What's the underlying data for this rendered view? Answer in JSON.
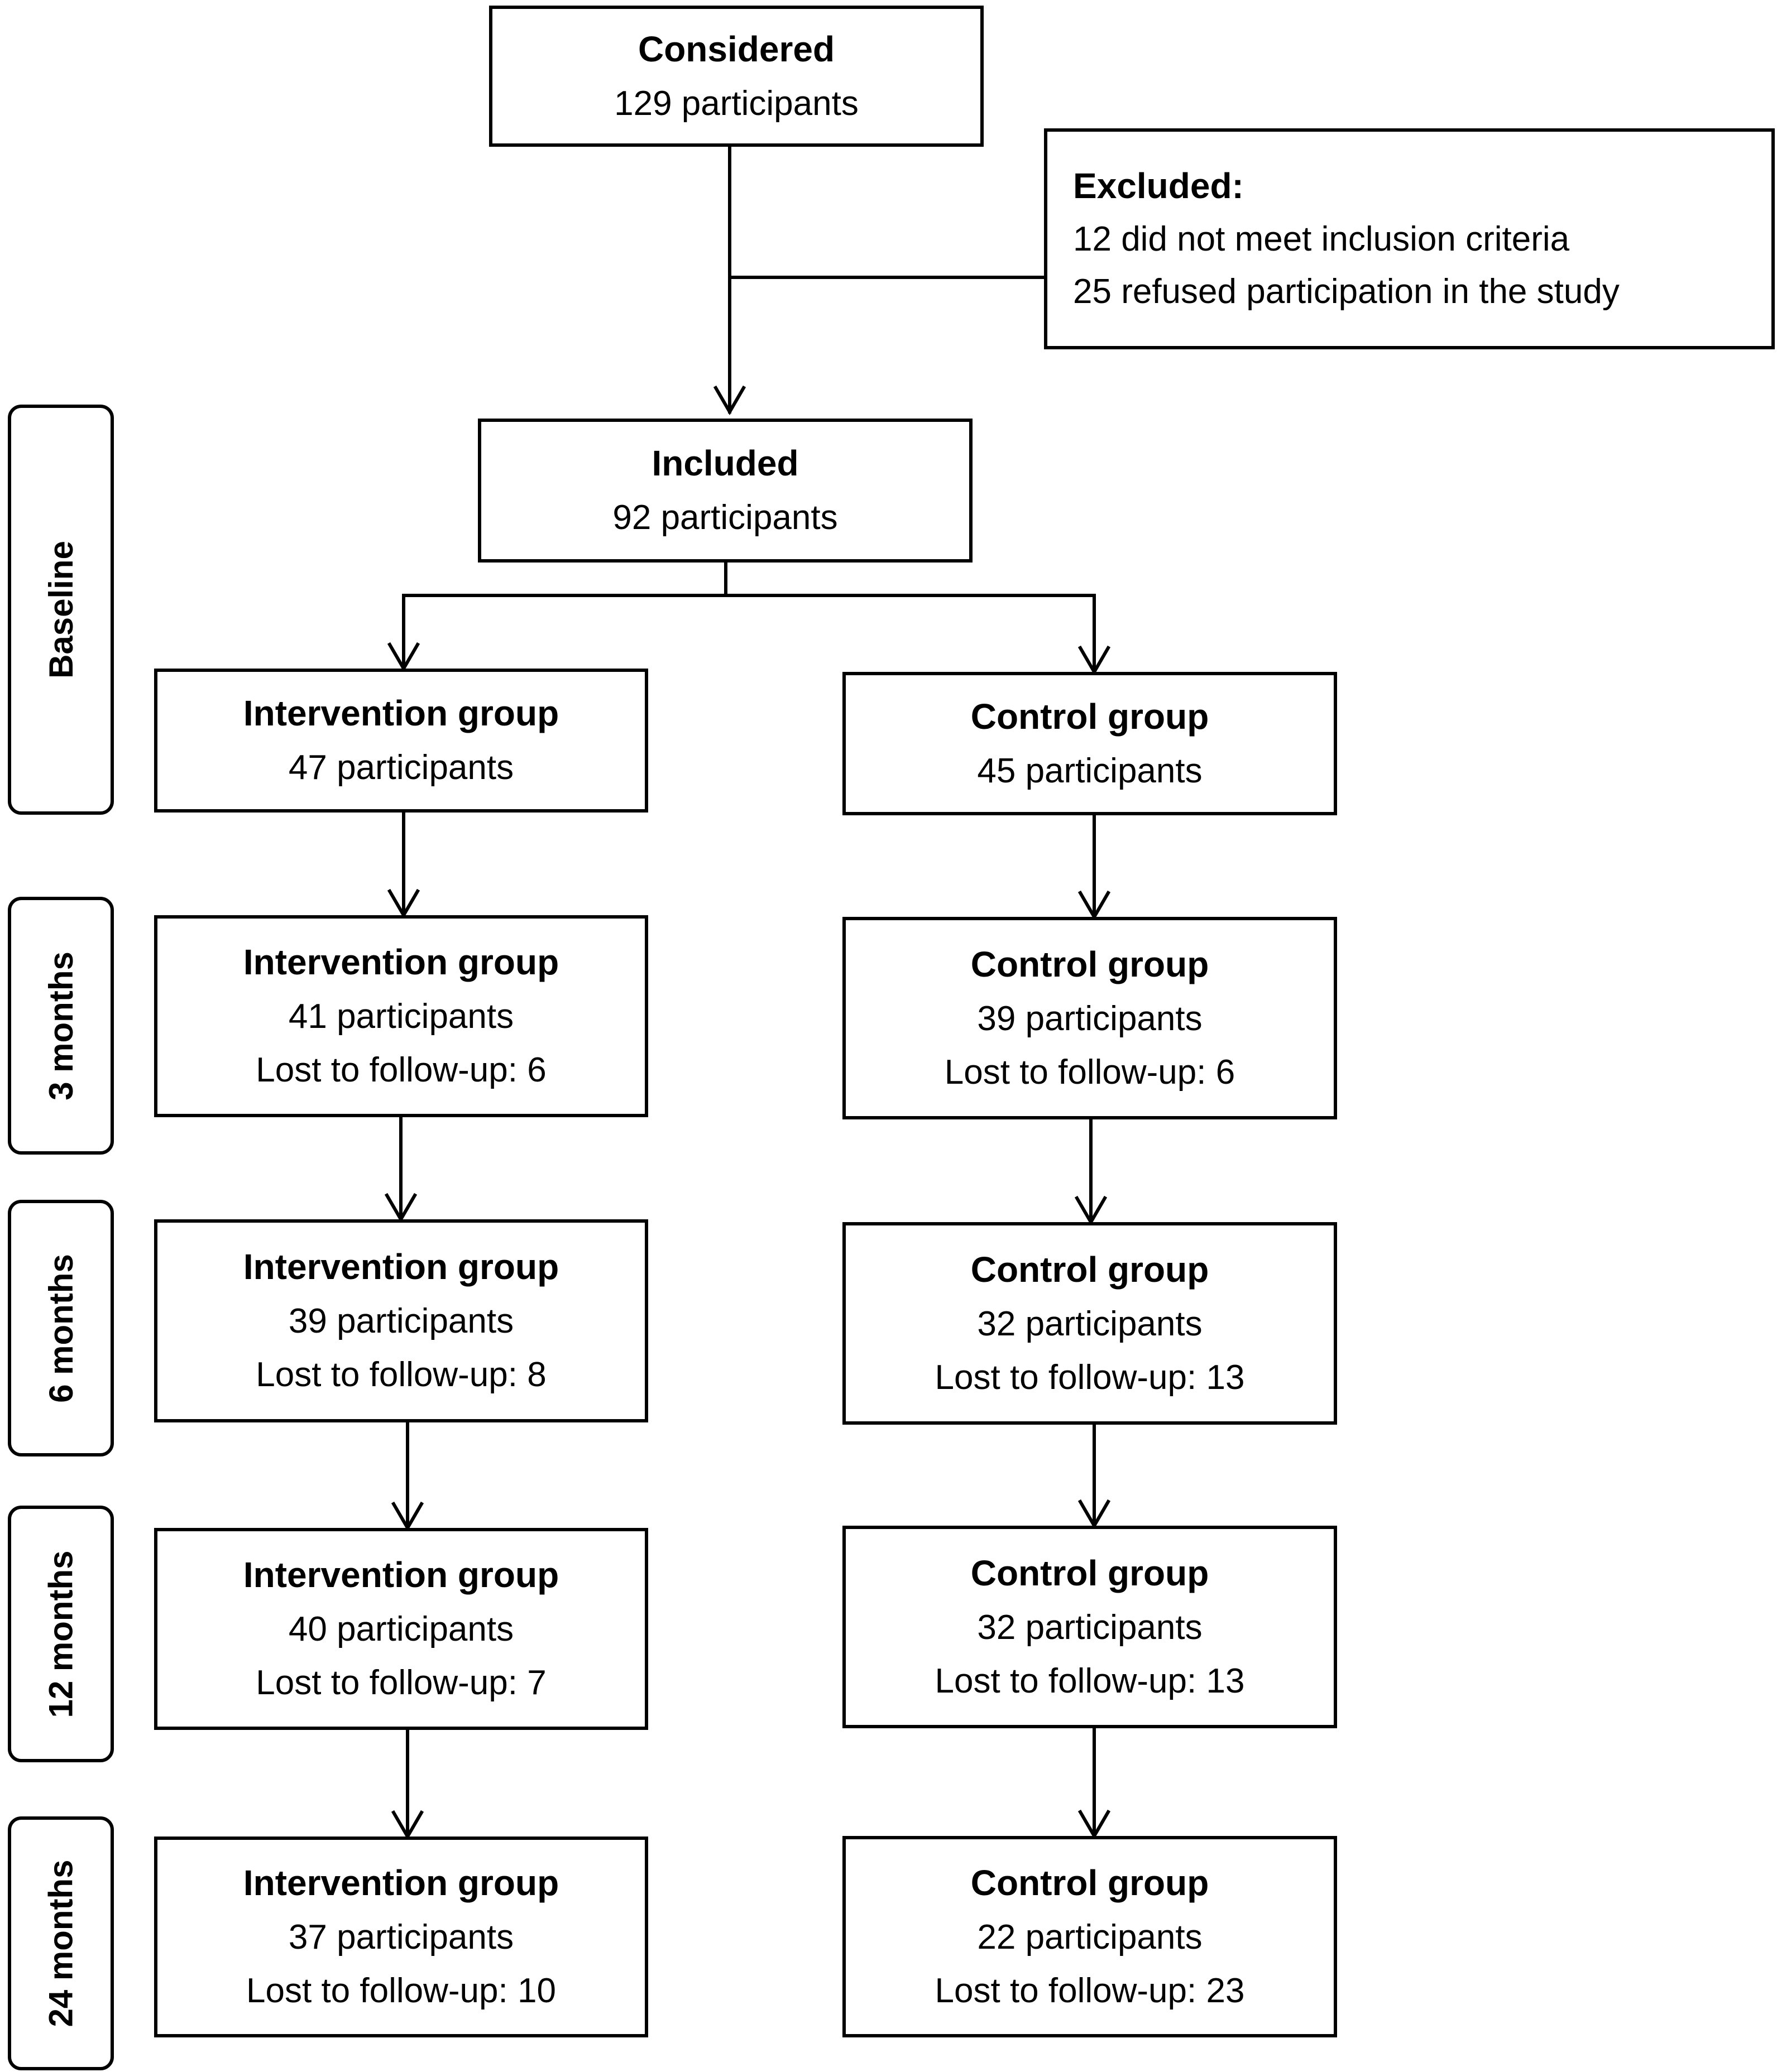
{
  "considered": {
    "title": "Considered",
    "count": "129 participants"
  },
  "excluded": {
    "title": "Excluded:",
    "lines": [
      "12 did not meet inclusion criteria",
      "25 refused participation in the study"
    ]
  },
  "included": {
    "title": "Included",
    "count": "92 participants"
  },
  "stages": [
    {
      "label": "Baseline",
      "intervention": {
        "title": "Intervention group",
        "count": "47 participants",
        "lost": ""
      },
      "control": {
        "title": "Control group",
        "count": "45 participants",
        "lost": ""
      }
    },
    {
      "label": "3 months",
      "intervention": {
        "title": "Intervention group",
        "count": "41 participants",
        "lost": "Lost to follow-up: 6"
      },
      "control": {
        "title": "Control group",
        "count": "39 participants",
        "lost": "Lost to follow-up: 6"
      }
    },
    {
      "label": "6 months",
      "intervention": {
        "title": "Intervention group",
        "count": "39 participants",
        "lost": "Lost to follow-up: 8"
      },
      "control": {
        "title": "Control group",
        "count": "32 participants",
        "lost": "Lost to follow-up: 13"
      }
    },
    {
      "label": "12 months",
      "intervention": {
        "title": "Intervention group",
        "count": "40 participants",
        "lost": "Lost to  follow-up: 7"
      },
      "control": {
        "title": "Control group",
        "count": "32 participants",
        "lost": "Lost to follow-up: 13"
      }
    },
    {
      "label": "24 months",
      "intervention": {
        "title": "Intervention group",
        "count": "37 participants",
        "lost": "Lost to follow-up: 10"
      },
      "control": {
        "title": "Control group",
        "count": "22 participants",
        "lost": "Lost to follow-up: 23"
      }
    }
  ]
}
